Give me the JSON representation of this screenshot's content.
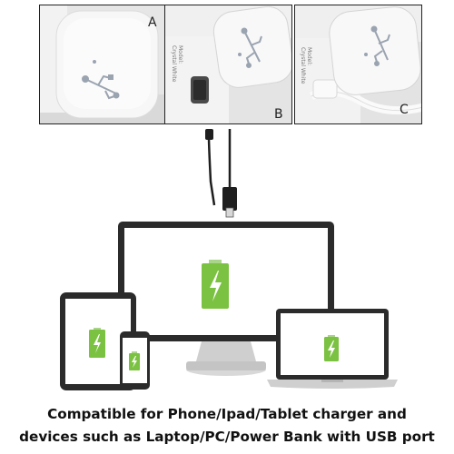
{
  "panels": [
    {
      "letter": "A"
    },
    {
      "letter": "B",
      "model_lines": [
        "Model:",
        "Crystal White"
      ]
    },
    {
      "letter": "C",
      "model_lines": [
        "Model:",
        "Crystal White"
      ]
    }
  ],
  "caption": {
    "line1": "Compatible for Phone/Ipad/Tablet charger and",
    "line2": "devices such as Laptop/PC/Power Bank with USB port"
  },
  "icons": [
    "usb-icon",
    "battery-charging-icon",
    "usb-plug-icon",
    "micro-usb-plug-icon"
  ],
  "colors": {
    "battery_green": "#7cc242",
    "charger_white": "#f5f5f5",
    "panel_bg": "#e9e9e9",
    "device_border": "#2b2b2b",
    "stand": "#c9c9c9"
  }
}
